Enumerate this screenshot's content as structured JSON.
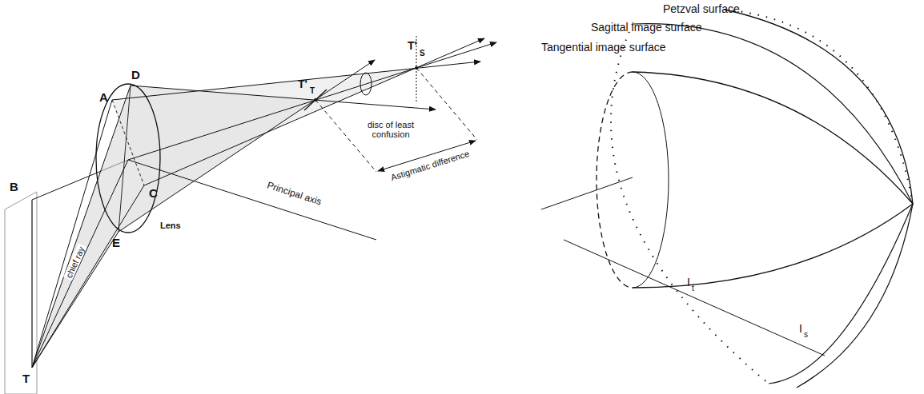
{
  "diagram": {
    "labels": [
      "Petzval surface",
      "Sagittal image surface",
      "Tangential image surface",
      "disc of least confusion",
      "T'",
      "T",
      "T'",
      "S",
      "Astigmatic difference",
      "Principal axis",
      "chief ray",
      "Lens",
      "D",
      "A",
      "B",
      "C",
      "E",
      "T",
      "I",
      "t",
      "I",
      "s"
    ]
  }
}
